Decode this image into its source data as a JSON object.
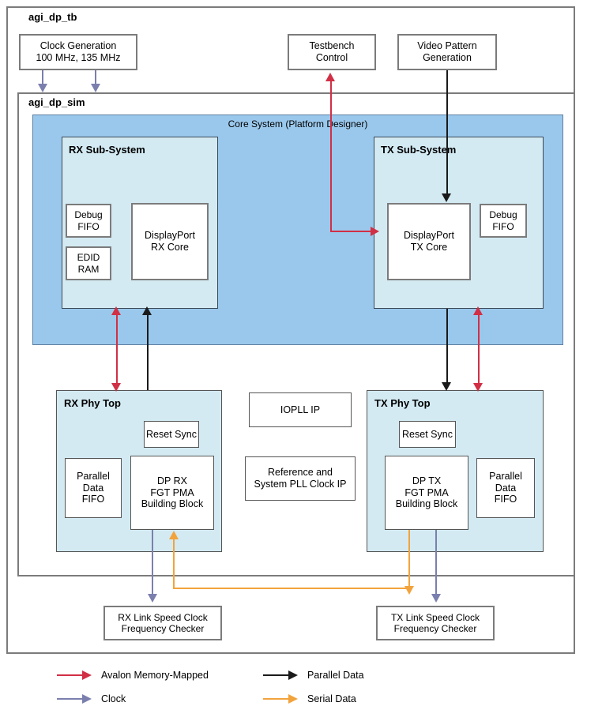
{
  "diagram": {
    "outer_frame_label": "agi_dp_tb",
    "inner_frame_label": "agi_dp_sim",
    "core_band_label": "Core System (Platform Designer)"
  },
  "top_blocks": {
    "clock_generation": {
      "line1": "Clock Generation",
      "line2": "100 MHz, 135 MHz"
    },
    "testbench_control": {
      "line1": "Testbench",
      "line2": "Control"
    },
    "video_pattern": {
      "line1": "Video Pattern",
      "line2": "Generation"
    }
  },
  "rx_subsystem": {
    "title": "RX Sub-System",
    "debug_fifo": {
      "line1": "Debug",
      "line2": "FIFO"
    },
    "edid_ram": {
      "line1": "EDID",
      "line2": "RAM"
    },
    "core": {
      "line1": "DisplayPort",
      "line2": "RX Core"
    }
  },
  "tx_subsystem": {
    "title": "TX Sub-System",
    "core": {
      "line1": "DisplayPort",
      "line2": "TX Core"
    },
    "debug_fifo": {
      "line1": "Debug",
      "line2": "FIFO"
    }
  },
  "rx_phy_top": {
    "title": "RX Phy Top",
    "reset_sync": "Reset Sync",
    "parallel_data_fifo": {
      "line1": "Parallel",
      "line2": "Data",
      "line3": "FIFO"
    },
    "pma": {
      "line1": "DP RX",
      "line2": "FGT PMA",
      "line3": "Building Block"
    }
  },
  "tx_phy_top": {
    "title": "TX Phy Top",
    "reset_sync": "Reset Sync",
    "pma": {
      "line1": "DP TX",
      "line2": "FGT PMA",
      "line3": "Building Block"
    },
    "parallel_data_fifo": {
      "line1": "Parallel",
      "line2": "Data",
      "line3": "FIFO"
    }
  },
  "middle_blocks": {
    "iopll": "IOPLL IP",
    "ref_pll": {
      "line1": "Reference and",
      "line2": "System PLL Clock IP"
    }
  },
  "bottom_blocks": {
    "rx_checker": {
      "line1": "RX Link Speed Clock",
      "line2": "Frequency Checker"
    },
    "tx_checker": {
      "line1": "TX Link Speed Clock",
      "line2": "Frequency Checker"
    }
  },
  "legend": {
    "items": [
      {
        "label": "Avalon Memory-Mapped",
        "color": "#d12f45"
      },
      {
        "label": "Clock",
        "color": "#7b7fae"
      },
      {
        "label": "Parallel Data",
        "color": "#1a1a1a"
      },
      {
        "label": "Serial Data",
        "color": "#f2a33c"
      }
    ]
  },
  "colors": {
    "avalon": "#d12f45",
    "clock": "#7b7fae",
    "parallel": "#1a1a1a",
    "serial": "#f2a33c",
    "core_band": "#9ac8ec",
    "subsystem": "#d3eaf3",
    "frame_border": "#7b7b7b"
  }
}
